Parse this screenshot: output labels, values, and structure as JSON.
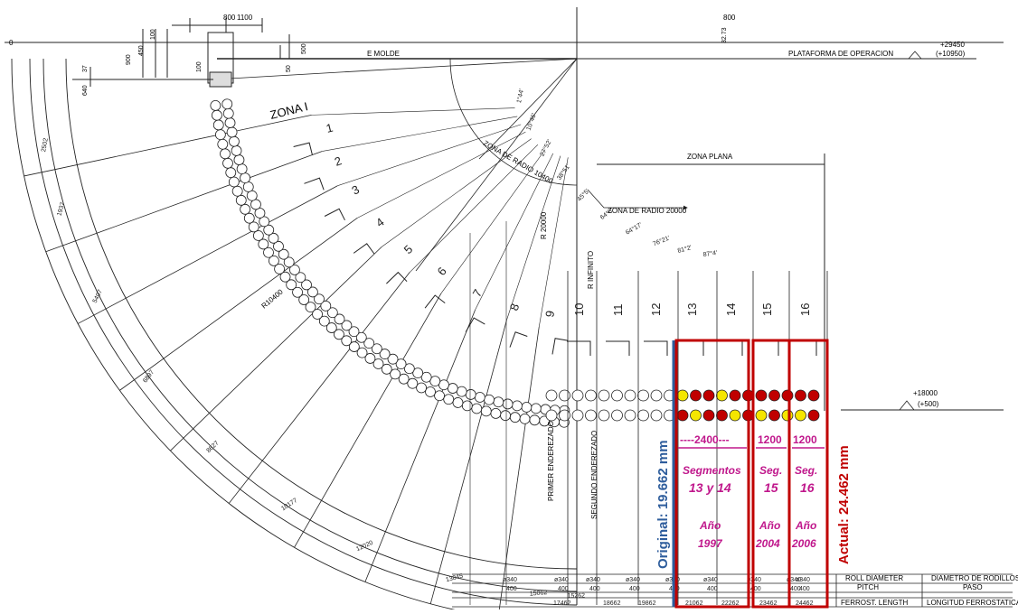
{
  "top_dims": [
    "800",
    "1100",
    "100",
    "450",
    "900",
    "100",
    "37",
    "640",
    "50",
    "500",
    "32.73"
  ],
  "molde_label": "E MOLDE",
  "plataforma_label": "PLATAFORMA DE OPERACION",
  "plataforma_elev": "+29450",
  "plataforma_elev2": "(+10950)",
  "bottom_elev": "+18000",
  "bottom_elev2": "(+500)",
  "zona_1": "ZONA I",
  "zona_radio_10400": "ZONA DE RADIO 10400",
  "zona_radio_20000": "ZONA DE RADIO 20000",
  "zona_plana": "ZONA PLANA",
  "r20000": "R 20000",
  "r_infinito": "R INFINITO",
  "r10400": "R10400",
  "primer_enderezado": "PRIMER ENDEREZADO",
  "segundo_enderezado": "SEGUNDO ENDEREZADO",
  "origin_label": "0",
  "segment_numbers": [
    "1",
    "2",
    "3",
    "4",
    "5",
    "6",
    "7",
    "8",
    "9",
    "10",
    "11",
    "12",
    "13",
    "14",
    "15",
    "16"
  ],
  "segment_angles": [
    "1°44'",
    "10°46'",
    "27°52'",
    "38°51'",
    "45°5'",
    "64°6'",
    "64°17'",
    "76°21'",
    "81°2'",
    "87°4'"
  ],
  "arc_dims": [
    "2502",
    "1937",
    "5407",
    "6897",
    "8627",
    "10177",
    "12020",
    "13845",
    "15062",
    "15262"
  ],
  "roll_diams": [
    "ø340",
    "ø340",
    "ø340",
    "ø340",
    "ø340",
    "ø340",
    "ø340",
    "ø340",
    "ø340"
  ],
  "pitch_vals": [
    "400",
    "400",
    "400",
    "400",
    "400",
    "400",
    "400",
    "400",
    "400"
  ],
  "ferrost_vals": [
    "17462",
    "18662",
    "19862",
    "21062",
    "22262",
    "23462",
    "24462"
  ],
  "legend": {
    "roll_diameter": "ROLL DIAMETER",
    "diametro_rodillos": "DIAMETRO DE RODILLOS",
    "pitch": "PITCH",
    "paso": "PASO",
    "ferrost_length": "FERROST. LENGTH",
    "longitud_ferrostatica": "LONGITUD FERROSTATICA"
  },
  "annotations": {
    "dim_2400": "----2400---",
    "dim_1200a": "1200",
    "dim_1200b": "1200",
    "segmentos": "Segmentos",
    "segmentos_13_14": "13 y 14",
    "seg15_a": "Seg.",
    "seg15_b": "15",
    "seg16_a": "Seg.",
    "seg16_b": "16",
    "ano": "Año",
    "ano_1997": "1997",
    "ano2": "Año",
    "ano_2004": "2004",
    "ano3": "Año",
    "ano_2006": "2006",
    "original": "Original: 19.662 mm",
    "actual": "Actual: 24.462 mm"
  },
  "colors": {
    "line": "#222222",
    "magenta": "#c0188c",
    "red": "#c00000",
    "blue": "#2e5d9c",
    "roll_red": "#c00000",
    "roll_yellow": "#f5e600"
  }
}
